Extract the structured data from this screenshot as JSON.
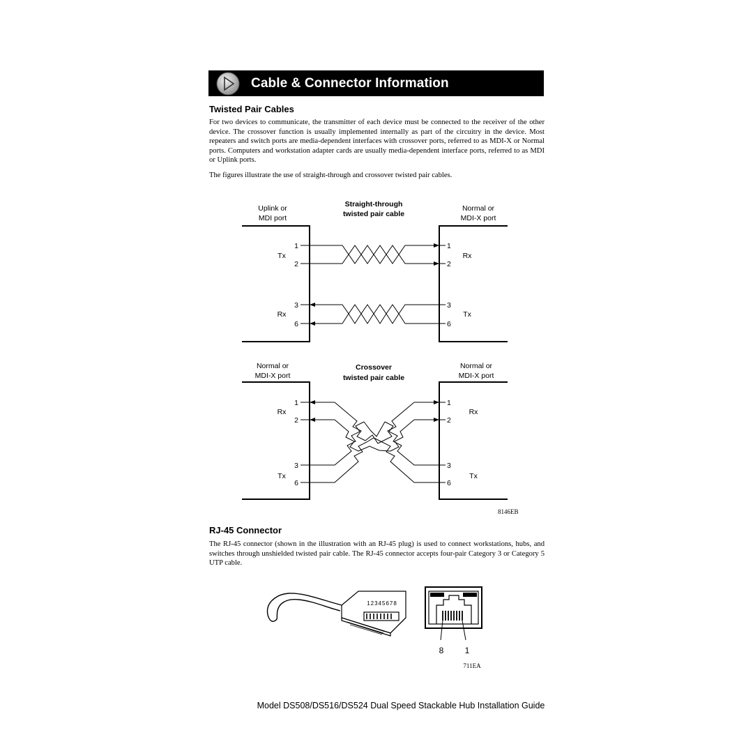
{
  "banner": {
    "title": "Cable & Connector Information",
    "icon": "play-circle-icon"
  },
  "section1": {
    "heading": "Twisted Pair Cables",
    "paragraph1": "For two devices to communicate, the transmitter of each device must be connected to the receiver of the other device. The crossover function is usually implemented internally as part of the circuitry in the device. Most repeaters and switch ports are media-dependent interfaces with crossover ports, referred to as MDI-X or Normal ports. Computers and workstation adapter cards are usually media-dependent interface ports, referred to as MDI or Uplink ports.",
    "paragraph2": "The figures illustrate the use of straight-through and crossover twisted pair cables."
  },
  "figure1": {
    "straight": {
      "title_line1": "Straight-through",
      "title_line2": "twisted pair cable",
      "left_port_line1": "Uplink or",
      "left_port_line2": "MDI port",
      "right_port_line1": "Normal or",
      "right_port_line2": "MDI-X port",
      "left_top_group": "Tx",
      "left_bottom_group": "Rx",
      "right_top_group": "Rx",
      "right_bottom_group": "Tx",
      "pins": [
        "1",
        "2",
        "3",
        "6"
      ]
    },
    "crossover": {
      "title_line1": "Crossover",
      "title_line2": "twisted pair cable",
      "left_port_line1": "Normal or",
      "left_port_line2": "MDI-X port",
      "right_port_line1": "Normal or",
      "right_port_line2": "MDI-X port",
      "left_top_group": "Rx",
      "left_bottom_group": "Tx",
      "right_top_group": "Rx",
      "right_bottom_group": "Tx",
      "pins": [
        "1",
        "2",
        "3",
        "6"
      ]
    },
    "code": "8146EB"
  },
  "section2": {
    "heading": "RJ-45 Connector",
    "paragraph": "The RJ-45 connector (shown in the illustration with an RJ-45 plug) is used to connect workstations, hubs, and switches through unshielded twisted pair cable. The RJ-45 connector accepts four-pair Category 3 or Category 5 UTP cable."
  },
  "figure2": {
    "plug_pin_numbers": "12345678",
    "jack_pin_left": "8",
    "jack_pin_right": "1",
    "code": "711EA"
  },
  "footer": {
    "text": "Model DS508/DS516/DS524 Dual Speed Stackable Hub Installation Guide"
  }
}
